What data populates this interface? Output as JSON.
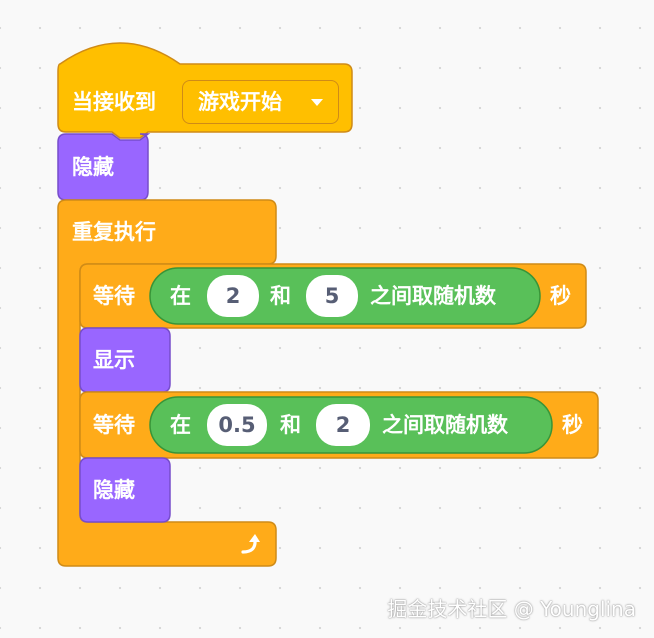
{
  "script": {
    "hat": {
      "label": "当接收到",
      "message": "游戏开始"
    },
    "hide_1": {
      "label": "隐藏"
    },
    "forever": {
      "label": "重复执行"
    },
    "wait_1": {
      "label": "等待",
      "random_prefix": "在",
      "from": "2",
      "and": "和",
      "to": "5",
      "random_suffix": "之间取随机数",
      "unit": "秒"
    },
    "show": {
      "label": "显示"
    },
    "wait_2": {
      "label": "等待",
      "random_prefix": "在",
      "from": "0.5",
      "and": "和",
      "to": "2",
      "random_suffix": "之间取随机数",
      "unit": "秒"
    },
    "hide_2": {
      "label": "隐藏"
    }
  },
  "icons": {
    "dropdown": "caret-down-icon",
    "loop": "loop-arrow-icon"
  },
  "colors": {
    "events": "#ffbf00",
    "control": "#ffab19",
    "looks": "#9966ff",
    "operators": "#59c059",
    "background": "#f9f9f9"
  },
  "watermark": "掘金技术社区 @ Younglina"
}
